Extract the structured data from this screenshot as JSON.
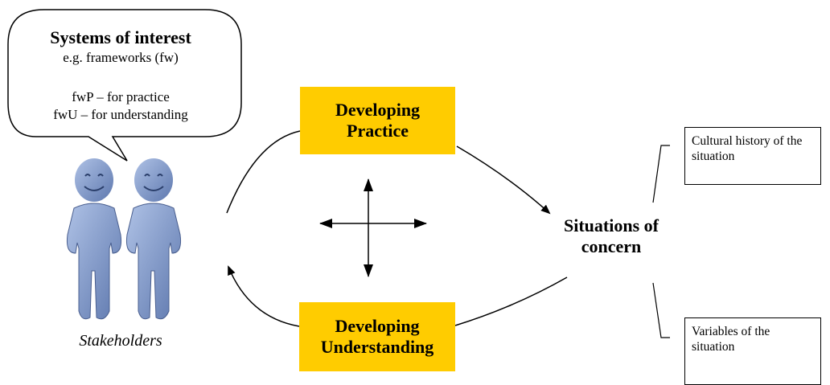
{
  "bubble": {
    "title": "Systems of interest",
    "line1": "e.g. frameworks (fw)",
    "line2": "fwP – for practice",
    "line3": "fwU – for understanding"
  },
  "boxes": {
    "practice": "Developing Practice",
    "understanding": "Developing Understanding",
    "fill": "#FFCC00"
  },
  "stakeholders_label": "Stakeholders",
  "situations_label": "Situations of concern",
  "side_boxes": {
    "top": "Cultural history of the situation",
    "bottom": "Variables of the situation"
  },
  "figure_color": "#7E95C4",
  "icons": [
    "person-icon",
    "person-icon",
    "four-way-arrow-icon"
  ]
}
